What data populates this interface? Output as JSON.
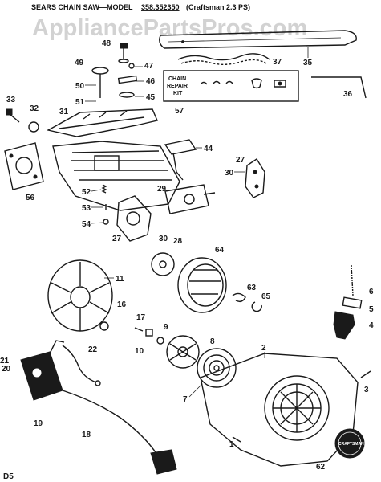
{
  "header": {
    "title_prefix": "SEARS CHAIN SAW—MODEL",
    "model": "358.352350",
    "subtitle": "(Craftsman 2.3 PS)"
  },
  "watermark": "AppliancePartsPros.com",
  "chain_repair_kit": [
    "CHAIN",
    "REPAIR",
    "KIT"
  ],
  "brand_badge": "CRAFTSMAN",
  "corner_code": "D5",
  "part_labels": {
    "p48": "48",
    "p49": "49",
    "p47": "47",
    "p46": "46",
    "p45": "45",
    "p50": "50",
    "p51": "51",
    "p37": "37",
    "p35": "35",
    "p36": "36",
    "p57": "57",
    "p33": "33",
    "p32": "32",
    "p31": "31",
    "p44": "44",
    "p56": "56",
    "p27a": "27",
    "p30a": "30",
    "p52": "52",
    "p53": "53",
    "p54": "54",
    "p29": "29",
    "p27b": "27",
    "p30b": "30",
    "p28": "28",
    "p64": "64",
    "p11": "11",
    "p63": "63",
    "p65": "65",
    "p6": "6",
    "p5": "5",
    "p4": "4",
    "p16": "16",
    "p17": "17",
    "p9": "9",
    "p10": "10",
    "p8": "8",
    "p2": "2",
    "p3": "3",
    "p7": "7",
    "p22": "22",
    "p20": "20",
    "p21": "21",
    "p19": "19",
    "p18": "18",
    "p1": "1",
    "p62": "62"
  }
}
